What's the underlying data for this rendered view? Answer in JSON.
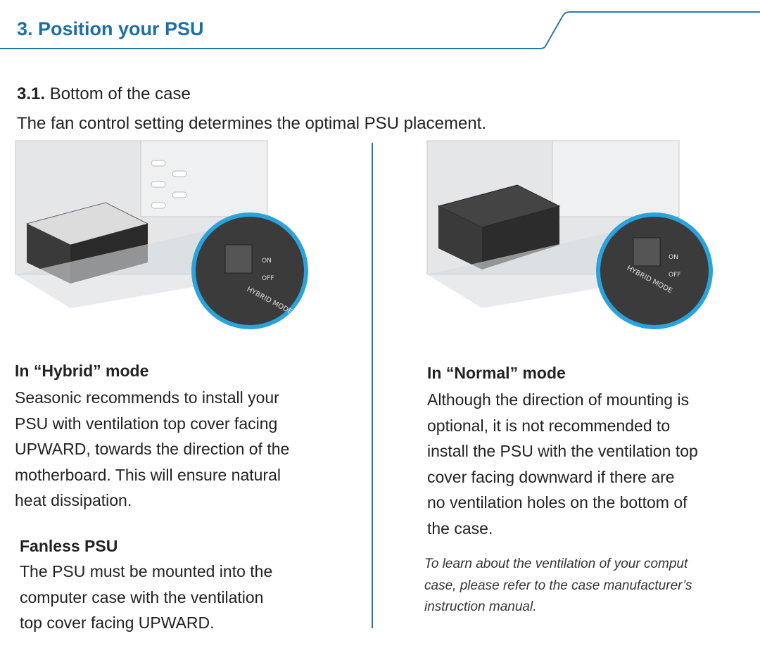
{
  "header": {
    "title": "3. Position your PSU"
  },
  "section": {
    "number": "3.1.",
    "title": "Bottom of the case",
    "intro": "The fan control setting determines the optimal PSU placement."
  },
  "left": {
    "heading": "In “Hybrid” mode",
    "body": [
      "Seasonic recommends to install your",
      "PSU with ventilation top cover facing",
      "UPWARD, towards the direction of the",
      "motherboard. This will ensure natural",
      "heat dissipation."
    ],
    "fanless_heading": "Fanless PSU",
    "fanless_body": [
      "The PSU must be mounted into the",
      "computer case with the ventilation",
      "top cover facing UPWARD."
    ]
  },
  "right": {
    "heading": "In “Normal” mode",
    "body": [
      "Although the direction of mounting is",
      "optional, it is not recommended to",
      "install the PSU with the ventilation top",
      "cover facing downward if there are",
      "no ventilation holes on the bottom of",
      "the case."
    ],
    "note": [
      "To learn about the ventilation of your comput",
      "case, please refer to the case manufacturer’s",
      "instruction manual."
    ]
  },
  "illustration": {
    "switch_label": "HYBRID MODE",
    "on": "ON",
    "off": "OFF"
  },
  "colors": {
    "accent": "#1e6ea6",
    "ring": "#2aa3dc"
  }
}
